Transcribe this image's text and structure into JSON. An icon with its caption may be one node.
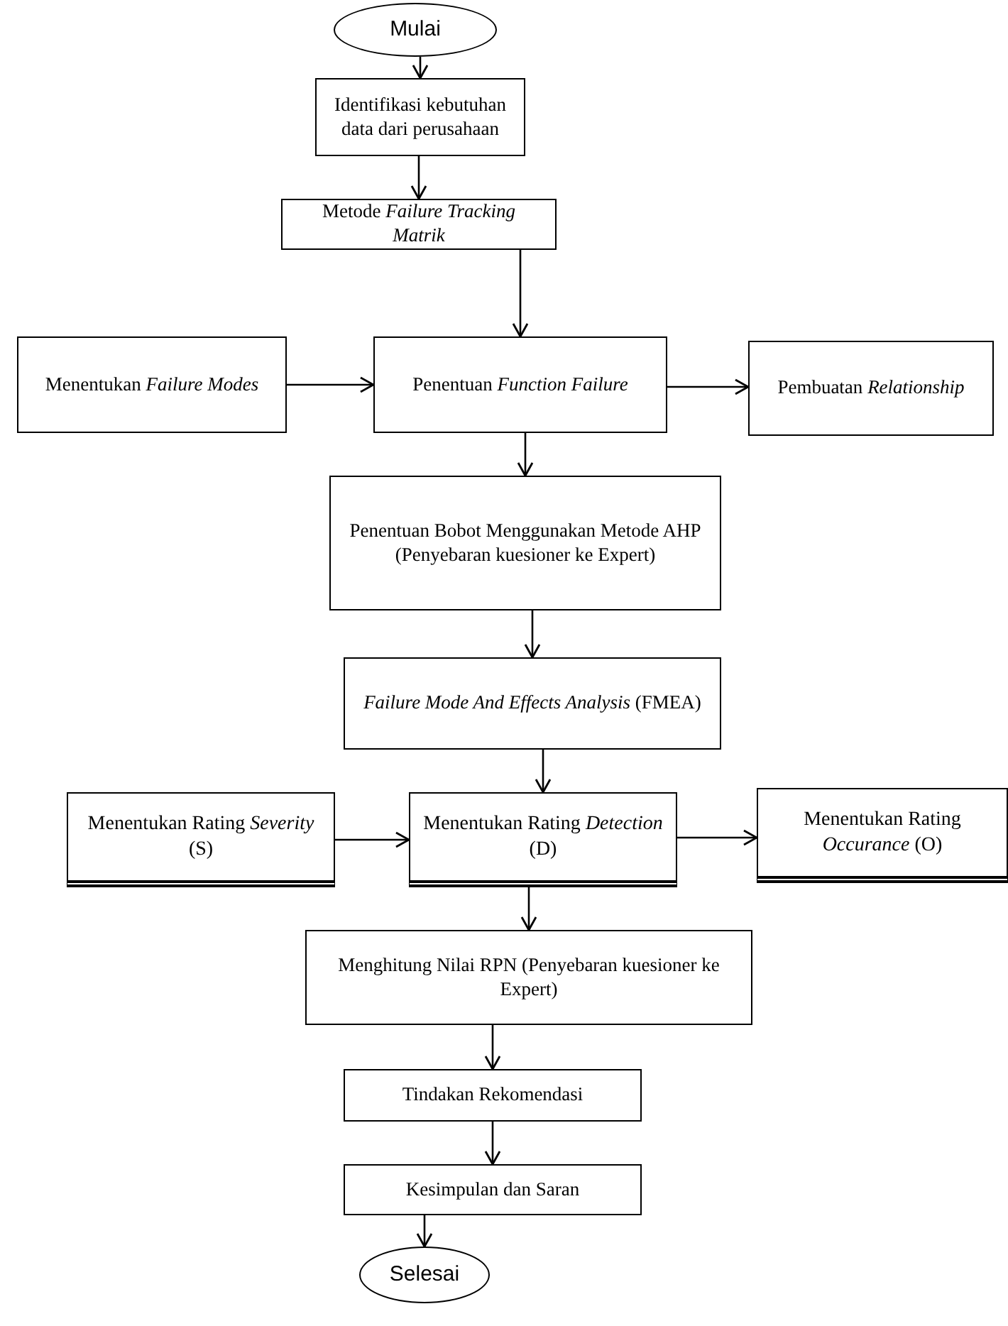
{
  "diagram": {
    "nodes": [
      {
        "text": [
          "Mulai"
        ]
      },
      {
        "text": [
          "Identifikasi kebutuhan data dari perusahaan"
        ]
      },
      {
        "text": [
          "Metode *Failure Tracking Matrik*"
        ]
      },
      {
        "text": [
          "Menentukan *Failure Modes*"
        ]
      },
      {
        "text": [
          "Penentuan *Function Failure*"
        ]
      },
      {
        "text": [
          "Pembuatan *Relationship*"
        ]
      },
      {
        "text": [
          "Penentuan Bobot Menggunakan Metode AHP (Penyebaran kuesioner ke Expert)"
        ]
      },
      {
        "text": [
          "*Failure Mode And Effects Analysis* (FMEA)"
        ]
      },
      {
        "text": [
          "Menentukan Rating *Severity* (S)"
        ]
      },
      {
        "text": [
          "Menentukan Rating *Detection* (D)"
        ]
      },
      {
        "text": [
          "Menentukan Rating *Occurance* (O)"
        ]
      },
      {
        "text": [
          "Menghitung Nilai RPN (Penyebaran kuesioner ke Expert)"
        ]
      },
      {
        "text": [
          "Tindakan Rekomendasi"
        ]
      },
      {
        "text": [
          "Kesimpulan dan Saran"
        ]
      },
      {
        "text": [
          "Selesai"
        ]
      }
    ],
    "edges": [
      {
        "from": 0,
        "to": 1,
        "arrow": "to"
      },
      {
        "from": 1,
        "to": 2,
        "arrow": "to"
      },
      {
        "from": 2,
        "to": 4,
        "arrow": "to"
      },
      {
        "from": 3,
        "to": 4,
        "arrow": "to"
      },
      {
        "from": 4,
        "to": 5,
        "arrow": "to"
      },
      {
        "from": 4,
        "to": 6,
        "arrow": "to"
      },
      {
        "from": 6,
        "to": 7,
        "arrow": "to"
      },
      {
        "from": 7,
        "to": 9,
        "arrow": "to"
      },
      {
        "from": 8,
        "to": 9,
        "arrow": "to"
      },
      {
        "from": 9,
        "to": 10,
        "arrow": "to"
      },
      {
        "from": 9,
        "to": 11,
        "arrow": "to"
      },
      {
        "from": 11,
        "to": 12,
        "arrow": "to"
      },
      {
        "from": 12,
        "to": 13,
        "arrow": "to"
      },
      {
        "from": 13,
        "to": 14,
        "arrow": "to"
      }
    ]
  }
}
